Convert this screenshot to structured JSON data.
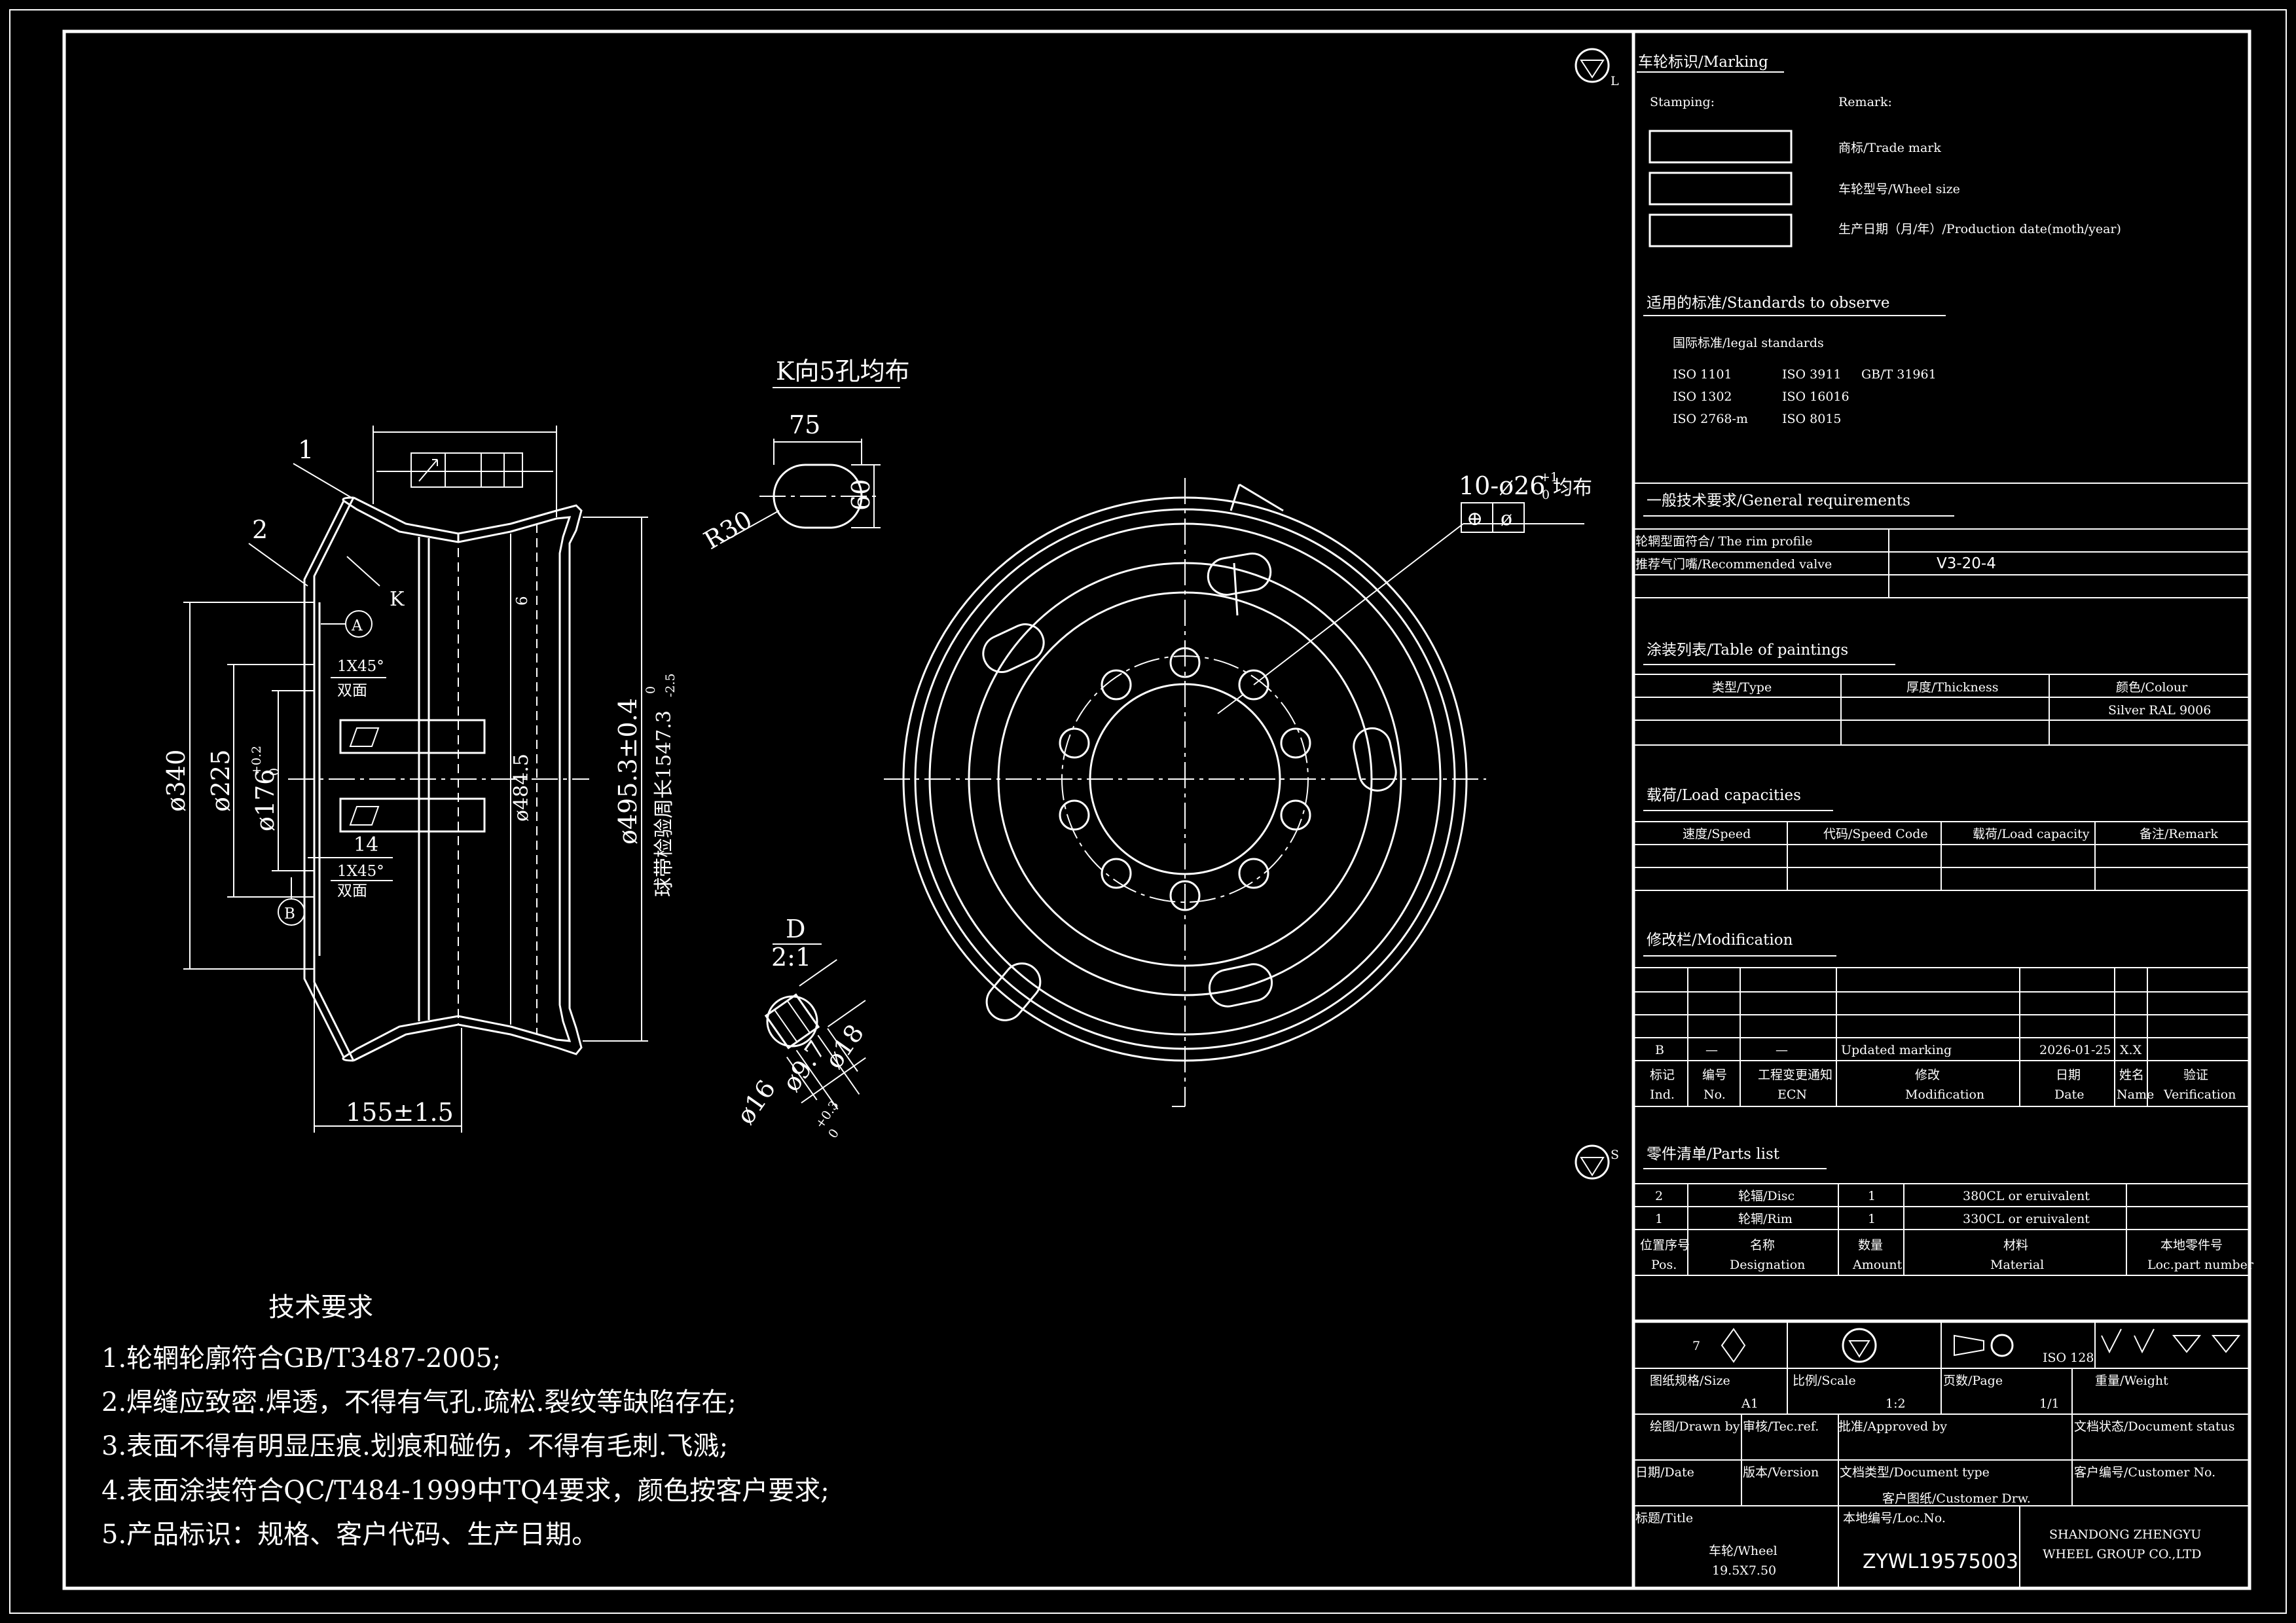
{
  "marking": {
    "title": "车轮标识/Marking",
    "stamping": "Stamping:",
    "remark": "Remark:",
    "items": [
      "商标/Trade mark",
      "车轮型号/Wheel size",
      "生产日期（月/年）/Production date(moth/year)"
    ]
  },
  "standards": {
    "title": "适用的标准/Standards to observe",
    "subtitle": "国际标准/legal standards",
    "col1": [
      "ISO 1101",
      "ISO 1302",
      "ISO 2768-m"
    ],
    "col2": [
      "ISO 3911",
      "ISO 16016",
      "ISO 8015"
    ],
    "col3": [
      "GB/T 31961"
    ]
  },
  "general": {
    "title": "一般技术要求/General requirements",
    "rows": [
      {
        "label": "轮辋型面符合/ The rim profile",
        "value": ""
      },
      {
        "label": "推荐气门嘴/Recommended valve",
        "value": "V3-20-4"
      }
    ]
  },
  "paintings": {
    "title": "涂装列表/Table of paintings",
    "headers": [
      "类型/Type",
      "厚度/Thickness",
      "颜色/Colour"
    ],
    "row": [
      "",
      "",
      "Silver RAL 9006"
    ]
  },
  "load": {
    "title": "载荷/Load capacities",
    "headers": [
      "速度/Speed",
      "代码/Speed Code",
      "载荷/Load capacity",
      "备注/Remark"
    ]
  },
  "modification": {
    "title": "修改栏/Modification",
    "row": [
      "B",
      "—",
      "—",
      "Updated marking",
      "2026-01-25",
      "X.X",
      ""
    ],
    "headers_top": [
      "标记",
      "编号",
      "工程变更通知",
      "修改",
      "日期",
      "姓名",
      "验证"
    ],
    "headers_bottom": [
      "Ind.",
      "No.",
      "ECN",
      "Modification",
      "Date",
      "Name",
      "Verification"
    ]
  },
  "parts": {
    "title": "零件清单/Parts list",
    "rows": [
      [
        "2",
        "轮辐/Disc",
        "1",
        "380CL or eruivalent",
        ""
      ],
      [
        "1",
        "轮辋/Rim",
        "1",
        "330CL or eruivalent",
        ""
      ]
    ],
    "headers_top": [
      "位置序号",
      "名称",
      "数量",
      "材料",
      "本地零件号"
    ],
    "headers_bottom": [
      "Pos.",
      "Designation",
      "Amount",
      "Material",
      "Loc.part number"
    ]
  },
  "title_block": {
    "symbol_note": "7",
    "iso": "ISO 128",
    "size_label": "图纸规格/Size",
    "size_value": "A1",
    "scale_label": "比例/Scale",
    "scale_value": "1:2",
    "page_label": "页数/Page",
    "page_value": "1/1",
    "weight_label": "重量/Weight",
    "drawn": "绘图/Drawn by",
    "tec": "审核/Tec.ref.",
    "approved": "批准/Approved by",
    "doc_status": "文档状态/Document status",
    "date": "日期/Date",
    "version": "版本/Version",
    "doc_type": "文档类型/Document type",
    "doc_type_value": "客户图纸/Customer Drw.",
    "customer_no": "客户编号/Customer No.",
    "title_label": "标题/Title",
    "title_value_1": "车轮/Wheel",
    "title_value_2": "19.5X7.50",
    "loc_label": "本地编号/Loc.No.",
    "loc_value": "ZYWL19575003",
    "company_1": "SHANDONG ZHENGYU",
    "company_2": "WHEEL GROUP CO.,LTD"
  },
  "tech_req": {
    "title": "技术要求",
    "items": [
      "1.轮辋轮廓符合GB/T3487-2005;",
      "2.焊缝应致密.焊透，不得有气孔.疏松.裂纹等缺陷存在;",
      "3.表面不得有明显压痕.划痕和碰伤，不得有毛刺.飞溅;",
      "4.表面涂装符合QC/T484-1999中TQ4要求，颜色按客户要求;",
      "5.产品标识：规格、客户代码、生产日期。"
    ]
  },
  "section": {
    "label1": "1",
    "label2": "2",
    "k": "K",
    "a": "A",
    "b": "B",
    "chamfer": "1X45°",
    "double": "双面",
    "chamfer2": "1X45°",
    "d340": "ø340",
    "d225": "ø225",
    "d176": "ø176",
    "d176_tol": "+0.2",
    "d176_tol2": "0",
    "d484": "ø484.5",
    "d495": "ø495.3±0.4",
    "circ": "球带检验周长1547.3",
    "circ_tol": "0",
    "circ_tol2": "-2.5",
    "w155": "155±1.5",
    "w14": "14",
    "d6": "6"
  },
  "slot": {
    "title": "K向5孔均布",
    "w": "75",
    "h": "60",
    "r": "R30"
  },
  "detail": {
    "title": "D",
    "scale": "2:1",
    "d18": "ø18",
    "d97": "ø9.7",
    "d97_tol": "+0.3",
    "d97_tol2": "0",
    "d16": "ø16"
  },
  "front": {
    "holes": "10-ø26",
    "holes_tol": "+1",
    "holes_tol2": "0",
    "holes_suffix": "均布",
    "fcf_1": "⊕",
    "fcf_2": "ø"
  }
}
